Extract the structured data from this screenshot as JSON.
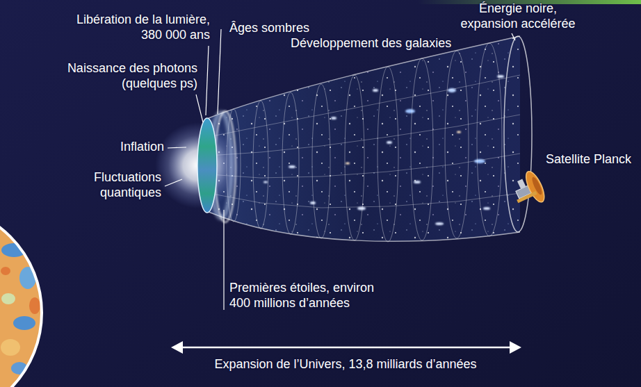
{
  "diagram": {
    "labels": [
      "Libération de la lumière, 380 000 ans",
      "Âges sombres",
      "Énergie noire, expansion accélérée",
      "Développement des galaxies",
      "Naissance des photons (quelques ps)",
      "Inflation",
      "Fluctuations quantiques",
      "Satellite Planck",
      "Premières étoiles, environ 400 millions d’années",
      "Expansion de l’Univers, 13,8 milliards d’années"
    ]
  }
}
